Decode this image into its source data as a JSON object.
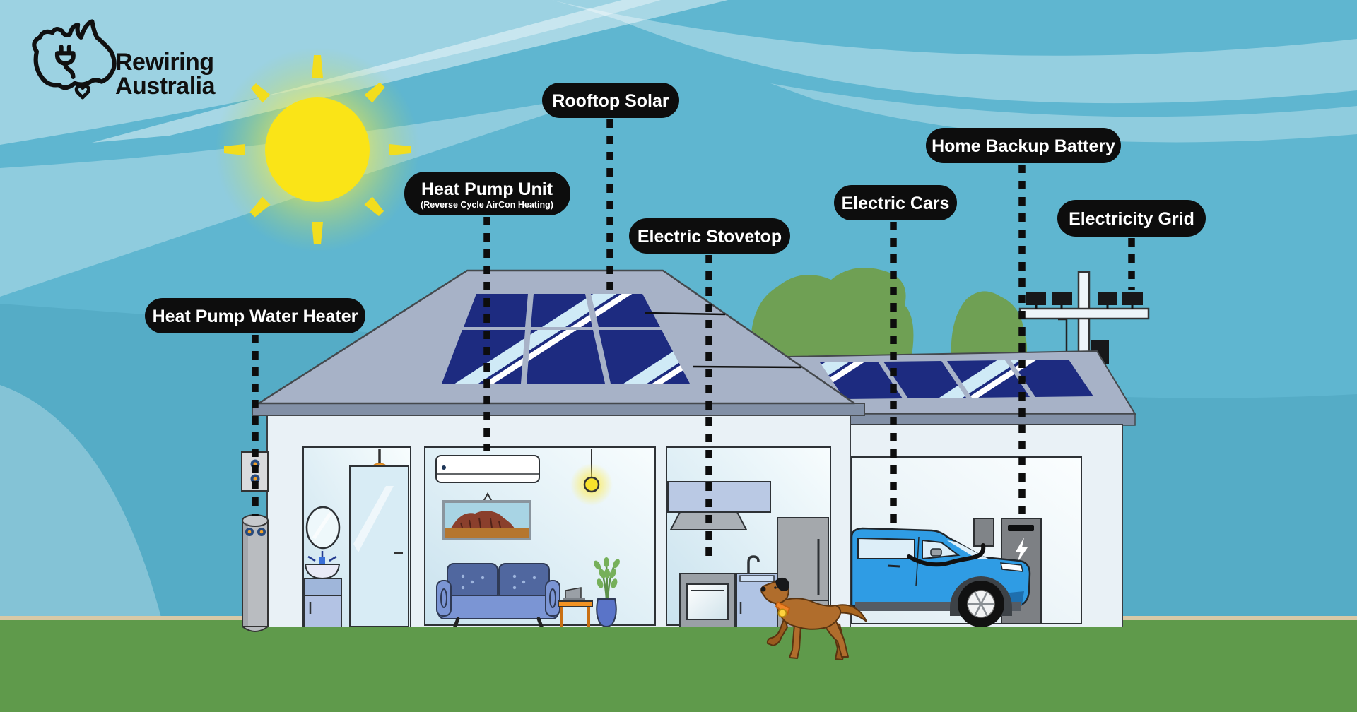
{
  "logo": {
    "brand_line1": "Rewiring",
    "brand_line2": "Australia",
    "mark": "australia-outline-with-plug-icon"
  },
  "labels": {
    "heat_pump_water_heater": "Heat Pump Water Heater",
    "heat_pump_unit_title": "Heat Pump Unit",
    "heat_pump_unit_subtitle": "(Reverse Cycle AirCon Heating)",
    "rooftop_solar": "Rooftop Solar",
    "electric_stovetop": "Electric Stovetop",
    "electric_cars": "Electric Cars",
    "home_backup_battery": "Home Backup Battery",
    "electricity_grid": "Electricity Grid"
  },
  "scene": {
    "icons": [
      "sun-icon",
      "lightning-bolt-icon",
      "dog-figure",
      "power-pole",
      "solar-panels"
    ],
    "colors": {
      "sky": "#5fb6d0",
      "sky_band_light": "#a5d9e8",
      "grass": "#5f9a4b",
      "horizon_line": "#d9c9a6",
      "roof": "#a7b2c7",
      "fascia": "#8290a6",
      "wall": "#e9f1f6",
      "solar_panel": "#1d2b80",
      "label_pill": "#0d0d0d",
      "label_text": "#ffffff",
      "sun": "#fae417",
      "car_blue": "#2f9ce4",
      "bush_green": "#6fa054",
      "dog_brown": "#b06d2c"
    }
  }
}
